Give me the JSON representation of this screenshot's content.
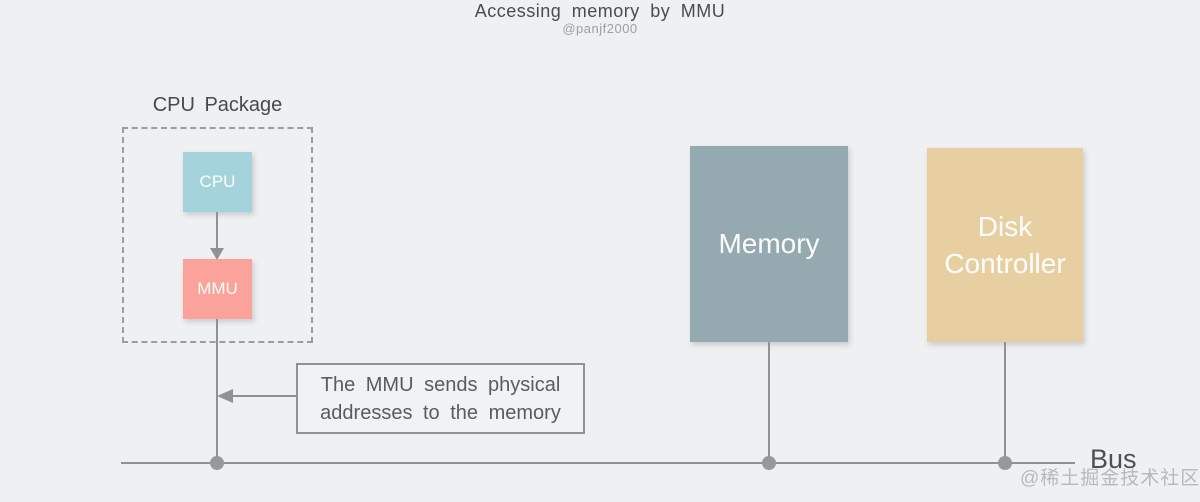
{
  "header": {
    "title": "Accessing memory by MMU",
    "subtitle": "@panjf2000"
  },
  "cpu_package": {
    "label": "CPU Package",
    "cpu_label": "CPU",
    "mmu_label": "MMU"
  },
  "nodes": {
    "memory_label": "Memory",
    "disk_label": "Disk Controller"
  },
  "callout": {
    "text": "The MMU sends physical addresses to the memory"
  },
  "bus": {
    "label": "Bus"
  },
  "watermark": "@稀土掘金技术社区",
  "colors": {
    "background": "#eff0f2",
    "cpu_box": "#a5d3db",
    "mmu_box": "#fba29b",
    "memory_box": "#95a9b1",
    "disk_box": "#e8cfa2",
    "line": "#8f9194",
    "dashed_border": "#9b9da0",
    "title_text": "#4a4c4e",
    "subtitle_text": "#9aa0a6",
    "callout_text": "#595b5d",
    "node_text": "#fdfdfd",
    "watermark_text": "#b9bcbf"
  }
}
